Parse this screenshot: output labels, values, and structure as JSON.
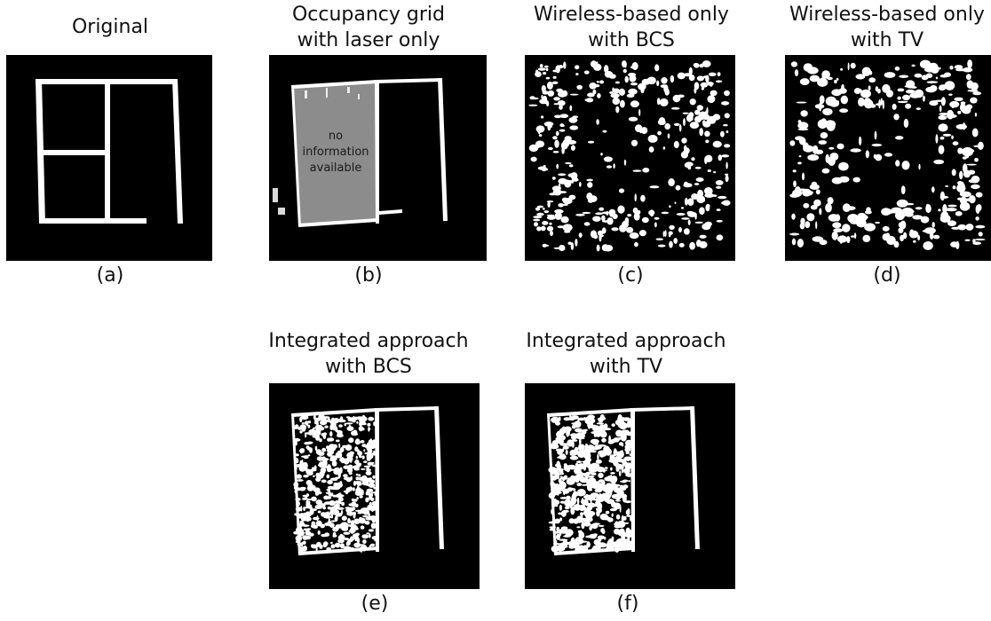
{
  "figure": {
    "panels": [
      {
        "id": "a",
        "title_lines": [
          "Original"
        ],
        "caption": "(a)"
      },
      {
        "id": "b",
        "title_lines": [
          "Occupancy grid",
          "with laser only"
        ],
        "caption": "(b)",
        "note_lines": [
          "no",
          "information",
          "available"
        ]
      },
      {
        "id": "c",
        "title_lines": [
          "Wireless-based only",
          "with BCS"
        ],
        "caption": "(c)"
      },
      {
        "id": "d",
        "title_lines": [
          "Wireless-based only",
          "with TV"
        ],
        "caption": "(d)"
      },
      {
        "id": "e",
        "title_lines": [
          "Integrated approach",
          "with BCS"
        ],
        "caption": "(e)"
      },
      {
        "id": "f",
        "title_lines": [
          "Integrated approach",
          "with TV"
        ],
        "caption": "(f)"
      }
    ]
  },
  "colors": {
    "background": "#000000",
    "wall": "#ffffff",
    "unknown": "#8c8c8c"
  }
}
